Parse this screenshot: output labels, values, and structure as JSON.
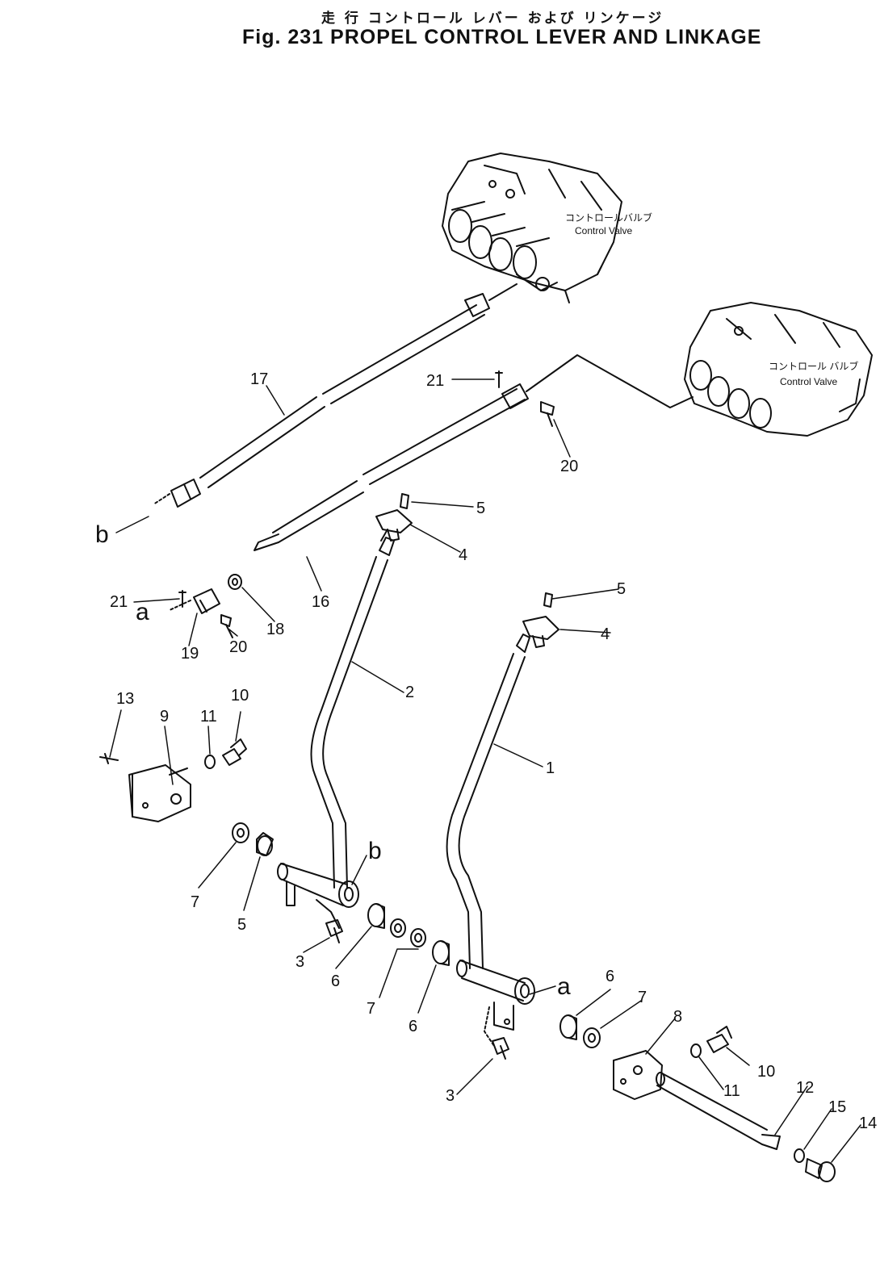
{
  "title": {
    "japanese": "走 行 コントロール レバー および リンケージ",
    "figure_label": "Fig. 231 PROPEL CONTROL LEVER AND LINKAGE"
  },
  "valves": [
    {
      "label_jp": "コントロールバルブ",
      "label_en": "Control Valve"
    },
    {
      "label_jp": "コントロール バルブ",
      "label_en": "Control Valve"
    }
  ],
  "callouts": [
    {
      "id": "c17",
      "text": "17"
    },
    {
      "id": "c21a",
      "text": "21"
    },
    {
      "id": "c20a",
      "text": "20"
    },
    {
      "id": "c5a",
      "text": "5"
    },
    {
      "id": "c4a",
      "text": "4"
    },
    {
      "id": "c16",
      "text": "16"
    },
    {
      "id": "c5b",
      "text": "5"
    },
    {
      "id": "c4b",
      "text": "4"
    },
    {
      "id": "c21b",
      "text": "21"
    },
    {
      "id": "c18",
      "text": "18"
    },
    {
      "id": "c19",
      "text": "19"
    },
    {
      "id": "c20b",
      "text": "20"
    },
    {
      "id": "c2",
      "text": "2"
    },
    {
      "id": "c1",
      "text": "1"
    },
    {
      "id": "c13",
      "text": "13"
    },
    {
      "id": "c9",
      "text": "9"
    },
    {
      "id": "c11a",
      "text": "11"
    },
    {
      "id": "c10a",
      "text": "10"
    },
    {
      "id": "c7a",
      "text": "7"
    },
    {
      "id": "c5c",
      "text": "5"
    },
    {
      "id": "c3a",
      "text": "3"
    },
    {
      "id": "c6a",
      "text": "6"
    },
    {
      "id": "c7b",
      "text": "7"
    },
    {
      "id": "c6b",
      "text": "6"
    },
    {
      "id": "c3b",
      "text": "3"
    },
    {
      "id": "c6c",
      "text": "6"
    },
    {
      "id": "c7c",
      "text": "7"
    },
    {
      "id": "c8",
      "text": "8"
    },
    {
      "id": "c10b",
      "text": "10"
    },
    {
      "id": "c11b",
      "text": "11"
    },
    {
      "id": "c12",
      "text": "12"
    },
    {
      "id": "c15",
      "text": "15"
    },
    {
      "id": "c14",
      "text": "14"
    }
  ],
  "connection_letters": {
    "b_left": "b",
    "a_left": "a",
    "b_lever": "b",
    "a_lever": "a"
  }
}
